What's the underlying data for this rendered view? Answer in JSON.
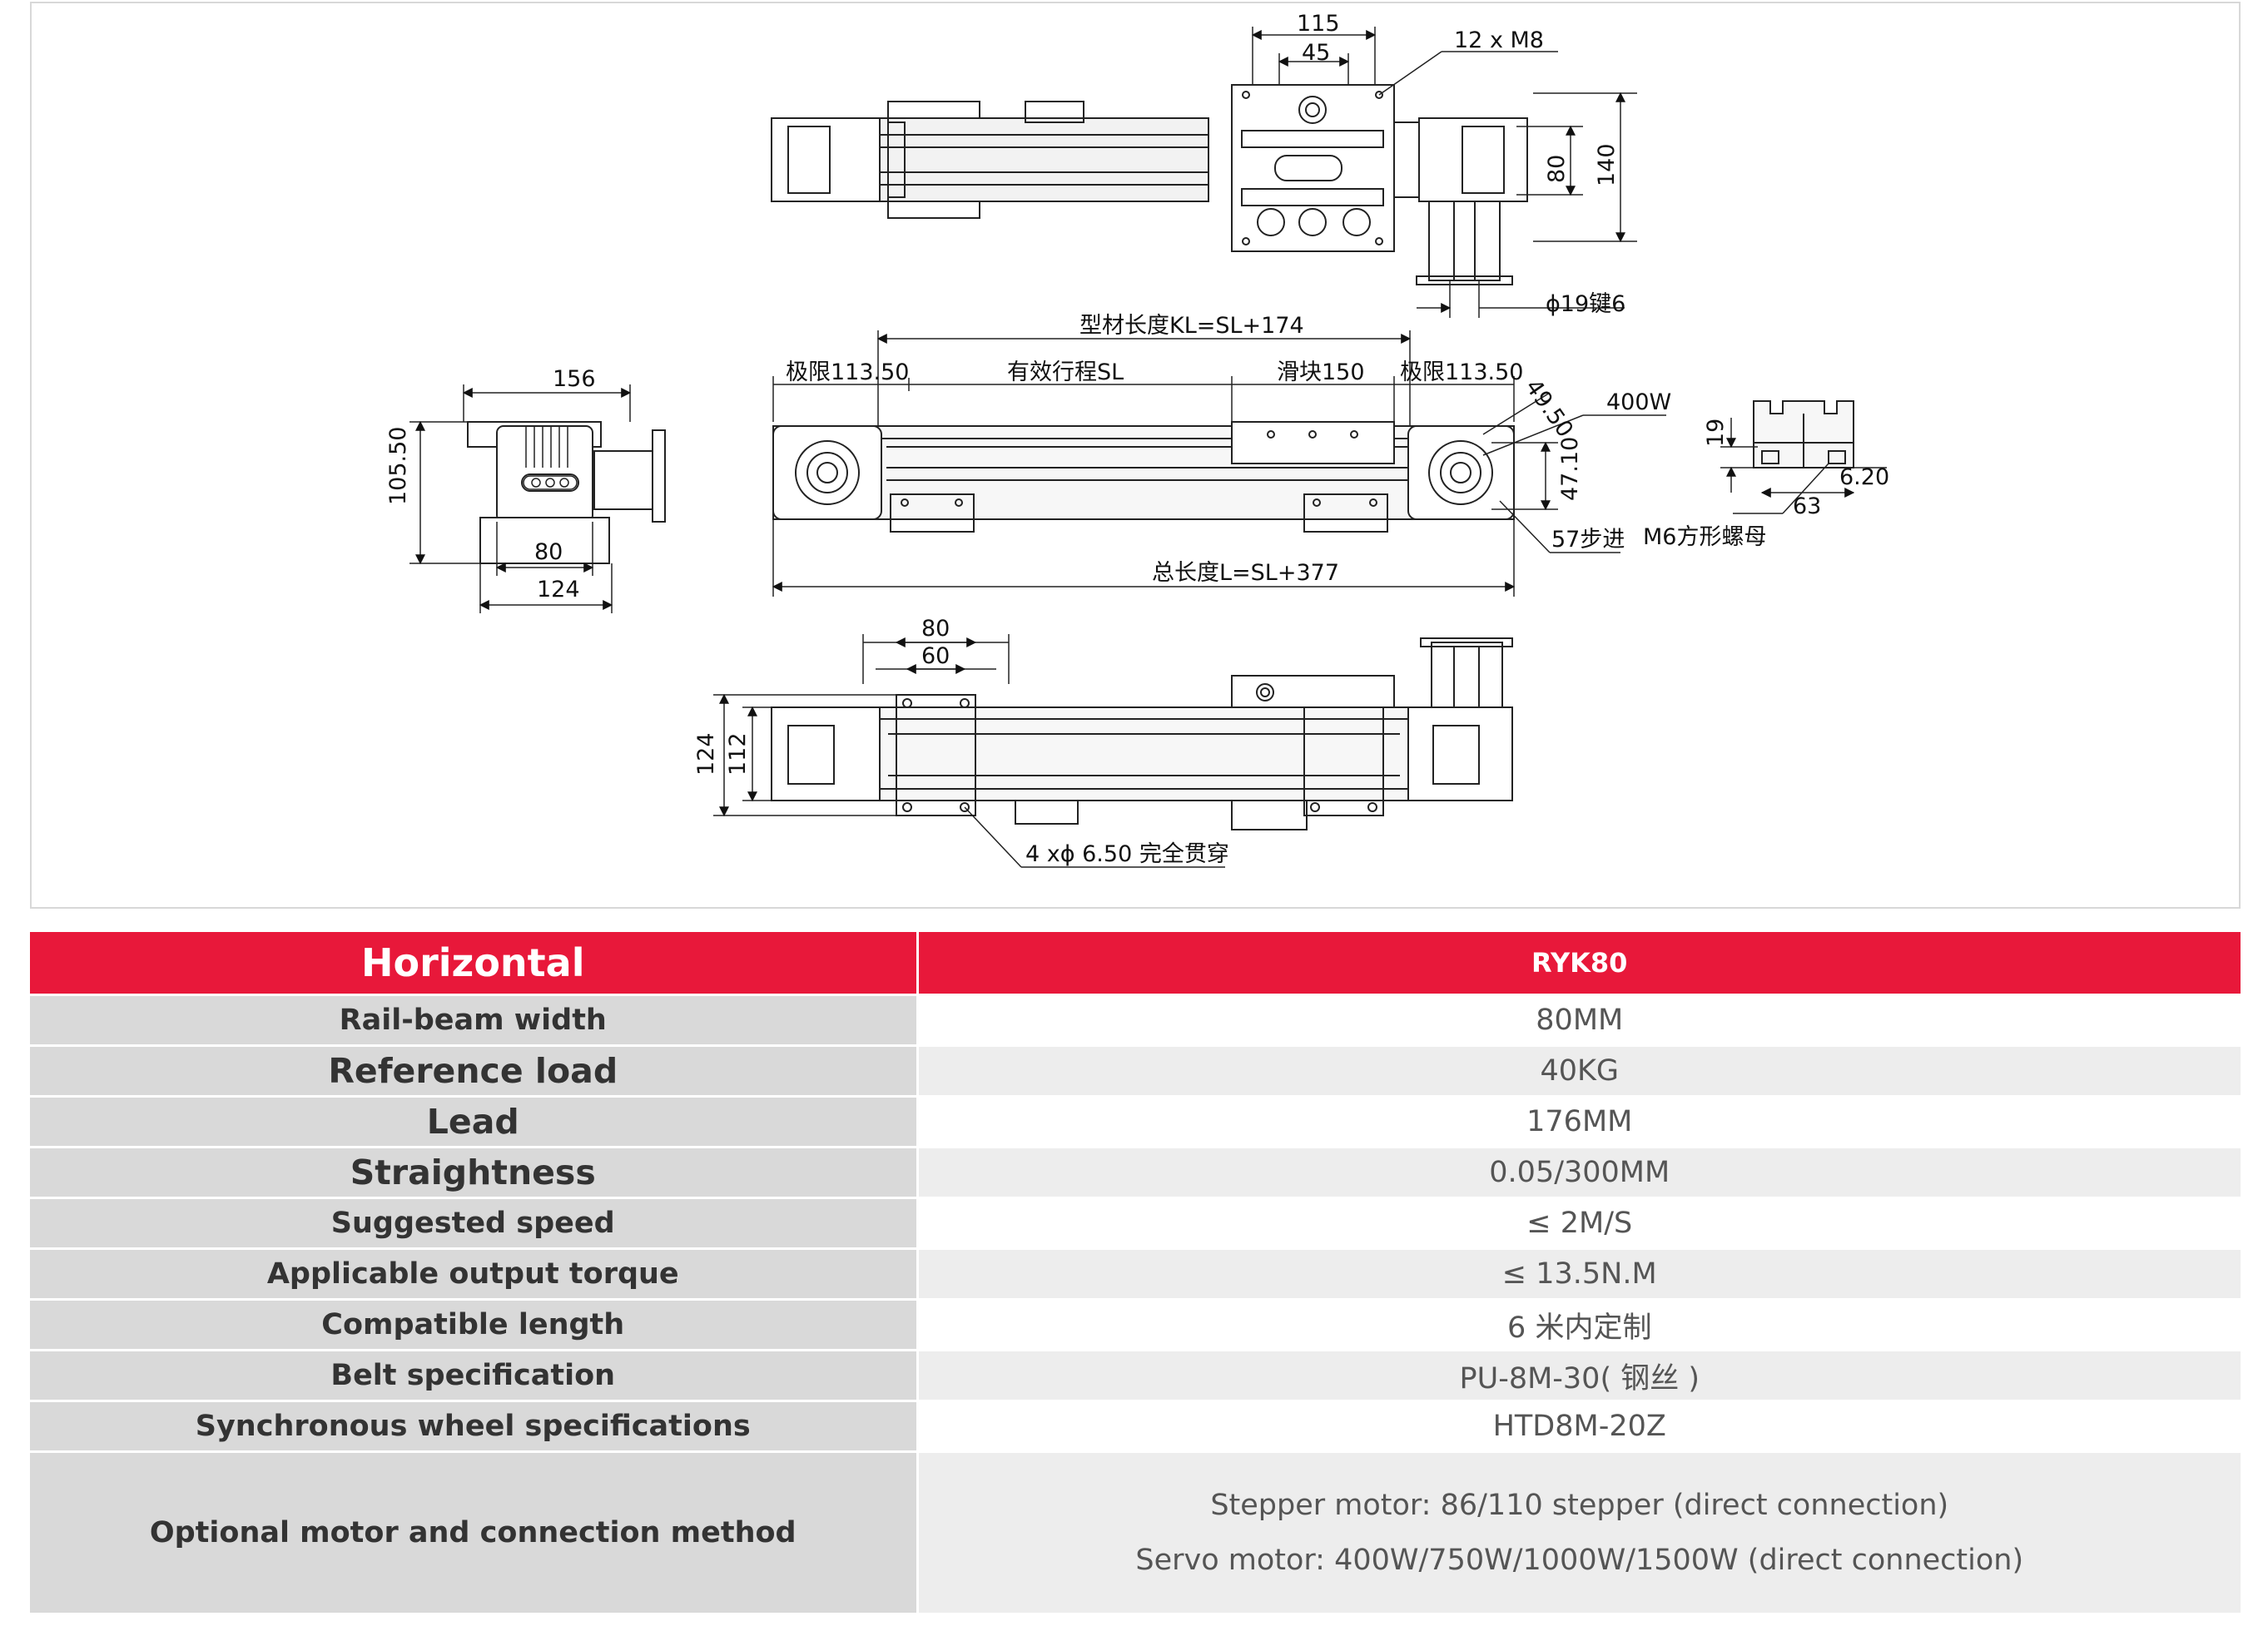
{
  "drawing": {
    "dimensions": {
      "top_115": "115",
      "top_45": "45",
      "top_m8": "12 x  M8",
      "top_80": "80",
      "top_140": "140",
      "top_shaft": "ϕ19键6",
      "kl": "型材长度KL=SL+174",
      "limit_left": "极限113.50",
      "stroke": "有效行程SL",
      "slider": "滑块150",
      "limit_right": "极限113.50",
      "d_49": "49.50",
      "d_400w": "400W",
      "d_47": "47.10",
      "total": "总长度L=SL+377",
      "stepper": "57步进",
      "nut": "M6方形螺母",
      "end_156": "156",
      "end_105": "105.50",
      "end_80": "80",
      "end_124": "124",
      "prof_19": "19",
      "prof_620": "6.20",
      "prof_63": "63",
      "bot_80": "80",
      "bot_60": "60",
      "bot_124": "124",
      "bot_112": "112",
      "bot_holes": "4 xϕ 6.50 完全贯穿"
    }
  },
  "table": {
    "header": {
      "left": "Horizontal",
      "right": "RYK80"
    },
    "rows": [
      {
        "label": "Rail-beam width",
        "value": "80MM"
      },
      {
        "label": "Reference load",
        "value": "40KG"
      },
      {
        "label": "Lead",
        "value": "176MM"
      },
      {
        "label": "Straightness",
        "value": "0.05/300MM"
      },
      {
        "label": "Suggested speed",
        "value": "≤ 2M/S"
      },
      {
        "label": "Applicable output torque",
        "value": "≤ 13.5N.M"
      },
      {
        "label": "Compatible length",
        "value": "6 米内定制"
      },
      {
        "label": "Belt specification",
        "value": "PU-8M-30( 钢丝 )"
      },
      {
        "label": "Synchronous wheel specifications",
        "value": "HTD8M-20Z"
      }
    ],
    "motor": {
      "label": "Optional motor and connection method",
      "line1": "Stepper motor: 86/110 stepper (direct connection)",
      "line2": "Servo motor: 400W/750W/1000W/1500W (direct connection)"
    }
  }
}
